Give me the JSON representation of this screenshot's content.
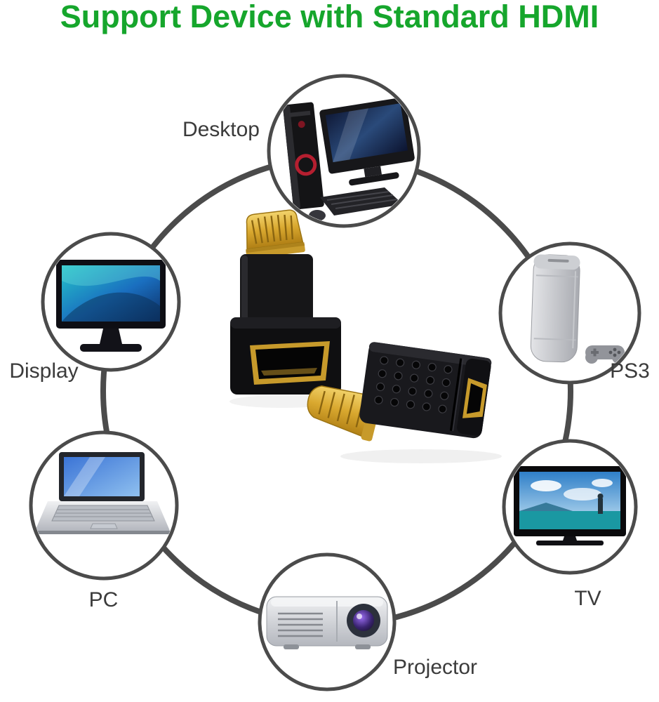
{
  "title": "Support Device with Standard HDMI",
  "colors": {
    "title_green": "#16a62c",
    "ring_gray": "#4b4b4b",
    "hdmi_gold": "#c79a2b",
    "label_text": "#3b3b3b"
  },
  "devices": [
    {
      "label": "Desktop",
      "icon": "desktop-computer-icon"
    },
    {
      "label": "Display",
      "icon": "monitor-icon"
    },
    {
      "label": "PC",
      "icon": "laptop-icon"
    },
    {
      "label": "Projector",
      "icon": "projector-icon"
    },
    {
      "label": "TV",
      "icon": "tv-icon"
    },
    {
      "label": "PS3",
      "icon": "ps3-console-icon"
    }
  ],
  "center_items": [
    {
      "icon": "hdmi-adapter-90-degree-icon"
    },
    {
      "icon": "hdmi-adapter-flat-icon"
    }
  ]
}
